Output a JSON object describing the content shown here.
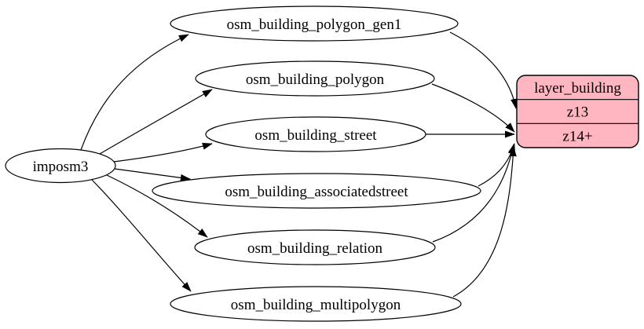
{
  "diagram": {
    "type": "graphviz-etl-flow",
    "background_color": "#ffffff",
    "edge_color": "#000000",
    "source_node": {
      "label": "imposm3"
    },
    "table_nodes": [
      {
        "label": "osm_building_polygon_gen1"
      },
      {
        "label": "osm_building_polygon"
      },
      {
        "label": "osm_building_street"
      },
      {
        "label": "osm_building_associatedstreet"
      },
      {
        "label": "osm_building_relation"
      },
      {
        "label": "osm_building_multipolygon"
      }
    ],
    "layer_node": {
      "title": "layer_building",
      "rows": [
        "z13",
        "z14+"
      ],
      "fill": "#ffb6c1",
      "stroke": "#000000"
    },
    "edges": [
      {
        "from": "imposm3",
        "to": "osm_building_polygon_gen1"
      },
      {
        "from": "imposm3",
        "to": "osm_building_polygon"
      },
      {
        "from": "imposm3",
        "to": "osm_building_street"
      },
      {
        "from": "imposm3",
        "to": "osm_building_associatedstreet"
      },
      {
        "from": "imposm3",
        "to": "osm_building_relation"
      },
      {
        "from": "imposm3",
        "to": "osm_building_multipolygon"
      },
      {
        "from": "osm_building_polygon_gen1",
        "to": "layer_building",
        "to_row": "z13"
      },
      {
        "from": "osm_building_polygon",
        "to": "layer_building",
        "to_row": "z14+"
      },
      {
        "from": "osm_building_street",
        "to": "layer_building",
        "to_row": "z14+"
      },
      {
        "from": "osm_building_associatedstreet",
        "to": "layer_building",
        "to_row": "z14+"
      },
      {
        "from": "osm_building_relation",
        "to": "layer_building",
        "to_row": "z14+"
      },
      {
        "from": "osm_building_multipolygon",
        "to": "layer_building",
        "to_row": "z14+"
      }
    ]
  }
}
